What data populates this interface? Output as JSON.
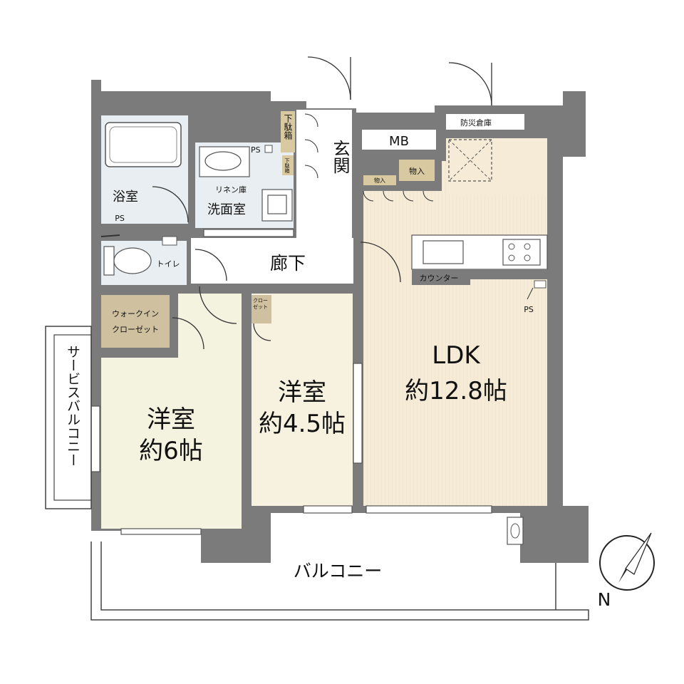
{
  "rooms": {
    "ldk_name": "LDK",
    "ldk_size": "約12.8帖",
    "western1_name": "洋室",
    "western1_size": "約6帖",
    "western2_name": "洋室",
    "western2_size": "約4.5帖",
    "bath": "浴室",
    "wash": "洗面室",
    "toilet": "トイレ",
    "hallway": "廊下",
    "entrance": "玄関",
    "mb": "MB",
    "storage": "物入",
    "storage_small": "物入",
    "disaster_storage": "防災倉庫",
    "counter": "カウンター",
    "closet": "クロー\nゼット",
    "walk_in_closet_1": "ウォークイン",
    "walk_in_closet_2": "クローゼット",
    "linen": "リネン庫",
    "shoe_box": "下駄箱",
    "shoe_box_small": "下駄箱",
    "ps1": "PS",
    "ps2": "PS",
    "ps3": "PS",
    "balcony": "バルコニー",
    "service_balcony": "サービスバルコニー"
  },
  "compass": {
    "label": "N"
  },
  "colors": {
    "wall": "#7b7b7b",
    "ldk_floor": "#f5ebd6",
    "western1_floor": "#f3f3df",
    "western2_floor": "#f7f2e0",
    "wet_floor": "#e8eef1",
    "closet_floor": "#cfc09f",
    "shoe_floor": "#d9c9a0"
  }
}
